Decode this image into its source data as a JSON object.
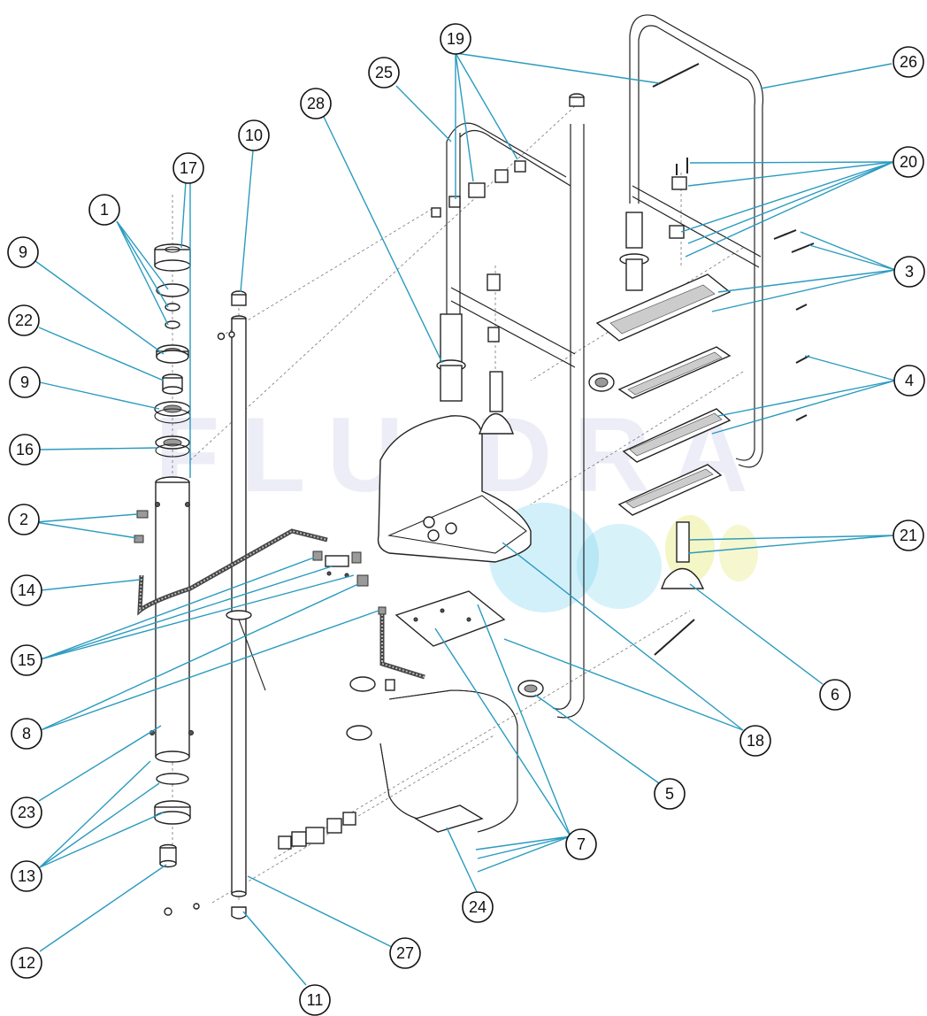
{
  "watermark": "FLUIDRA",
  "watermark_colors": {
    "text": "#2a2aa8",
    "drop_blue": "#7fd3f0",
    "drop_yellow": "#eef0a0"
  },
  "leader_color": "#2a9bbf",
  "callouts": [
    {
      "id": "c1",
      "label": "1"
    },
    {
      "id": "c2",
      "label": "2"
    },
    {
      "id": "c3",
      "label": "3"
    },
    {
      "id": "c4",
      "label": "4"
    },
    {
      "id": "c5",
      "label": "5"
    },
    {
      "id": "c6",
      "label": "6"
    },
    {
      "id": "c7",
      "label": "7"
    },
    {
      "id": "c8",
      "label": "8"
    },
    {
      "id": "c9a",
      "label": "9"
    },
    {
      "id": "c9b",
      "label": "9"
    },
    {
      "id": "c10",
      "label": "10"
    },
    {
      "id": "c11",
      "label": "11"
    },
    {
      "id": "c12",
      "label": "12"
    },
    {
      "id": "c13",
      "label": "13"
    },
    {
      "id": "c14",
      "label": "14"
    },
    {
      "id": "c15",
      "label": "15"
    },
    {
      "id": "c16",
      "label": "16"
    },
    {
      "id": "c17",
      "label": "17"
    },
    {
      "id": "c18",
      "label": "18"
    },
    {
      "id": "c19",
      "label": "19"
    },
    {
      "id": "c20",
      "label": "20"
    },
    {
      "id": "c21",
      "label": "21"
    },
    {
      "id": "c22",
      "label": "22"
    },
    {
      "id": "c23",
      "label": "23"
    },
    {
      "id": "c24",
      "label": "24"
    },
    {
      "id": "c25",
      "label": "25"
    },
    {
      "id": "c26",
      "label": "26"
    },
    {
      "id": "c27",
      "label": "27"
    },
    {
      "id": "c28",
      "label": "28"
    }
  ]
}
